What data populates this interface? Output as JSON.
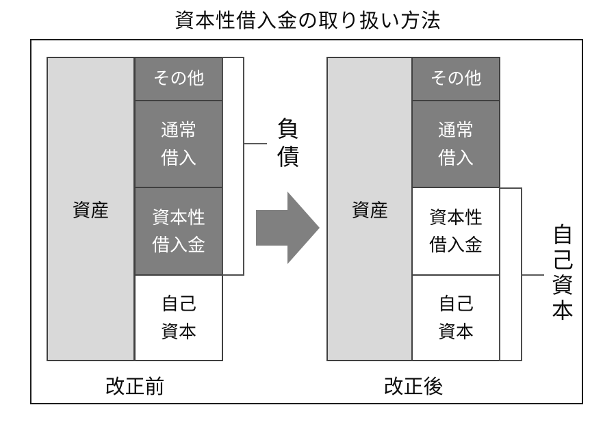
{
  "title": "資本性借入金の取り扱い方法",
  "colors": {
    "dark_gray": "#7F7F7F",
    "light_gray": "#D9D9D9",
    "arrow_gray": "#808080",
    "border_dark": "#404040"
  },
  "arrow_icon": "right-block-arrow",
  "before": {
    "caption": "改正前",
    "asset_label": "資産",
    "blocks": [
      {
        "label": "その他",
        "variant": "dark"
      },
      {
        "label": "通常\n借入",
        "variant": "dark"
      },
      {
        "label": "資本性\n借入金",
        "variant": "dark"
      },
      {
        "label": "自己\n資本",
        "variant": "light"
      }
    ],
    "bracket_label": "負債"
  },
  "after": {
    "caption": "改正後",
    "asset_label": "資産",
    "blocks": [
      {
        "label": "その他",
        "variant": "dark"
      },
      {
        "label": "通常\n借入",
        "variant": "dark"
      },
      {
        "label": "資本性\n借入金",
        "variant": "light"
      },
      {
        "label": "自己\n資本",
        "variant": "light"
      }
    ],
    "bracket_label": "自己資本"
  }
}
